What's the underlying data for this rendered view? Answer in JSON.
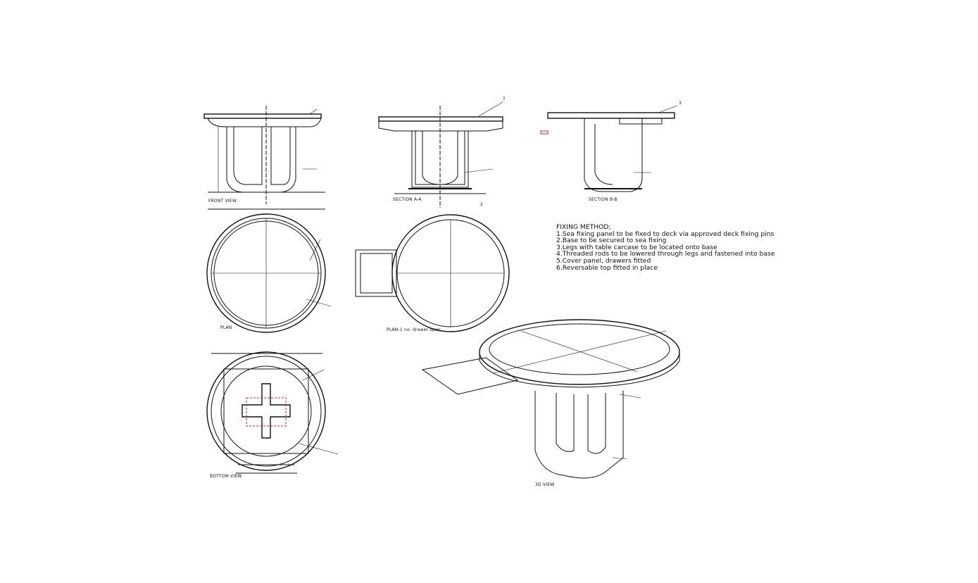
{
  "views": {
    "front": "FRONT VIEW",
    "section_a": "SECTION A-A",
    "section_b": "SECTION B-B",
    "plan": "PLAN",
    "plan_drawer": "PLAN-1 no. drawer open",
    "bottom": "BOTTOM VIEW",
    "three_d": "3D VIEW"
  },
  "callouts": [
    "1",
    "2",
    "3"
  ],
  "fixing_method": {
    "title": "FIXING METHOD;",
    "steps": [
      "1.Sea fixing panel to be fixed to deck via approved deck fixing pins",
      "2.Base to be secured to sea fixing",
      "3.Legs with table carcase to be located onto base",
      "4.Threaded rods to be lowered through legs and fastened into base",
      "5.Cover panel, drawers fitted",
      "6.Reversable top fitted in place"
    ]
  },
  "colors": {
    "line": "#111111",
    "highlight": "#e02020"
  }
}
